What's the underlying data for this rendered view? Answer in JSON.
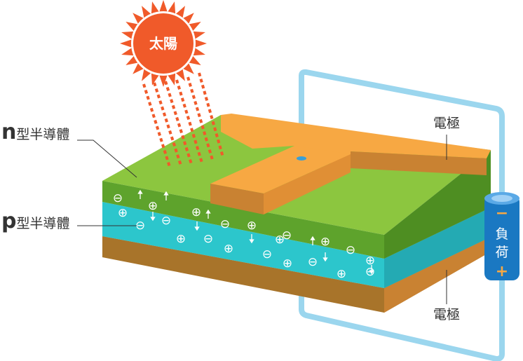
{
  "sun": {
    "label": "太陽",
    "color": "#f05a2a"
  },
  "labels": {
    "n_layer": {
      "prefix": "n",
      "text": "型半導體"
    },
    "p_layer": {
      "prefix": "p",
      "text": "型半導體"
    },
    "electrode_top": "電極",
    "electrode_bottom": "電極"
  },
  "load": {
    "label": "負荷",
    "minus": "−",
    "plus": "+"
  },
  "symbols": {
    "hole": "⊕",
    "electron": "⊖"
  },
  "colors": {
    "n_top": "#8cc63f",
    "n_side": "#5ea32c",
    "p_side": "#2cc6cc",
    "base_side": "#a8742a",
    "base_top": "#d79a3e",
    "electrode_top": "#f7a843",
    "electrode_side": "#c98232",
    "wire": "#9bd6ee",
    "battery": "#1a78c2",
    "ray": "#f05a2a"
  }
}
